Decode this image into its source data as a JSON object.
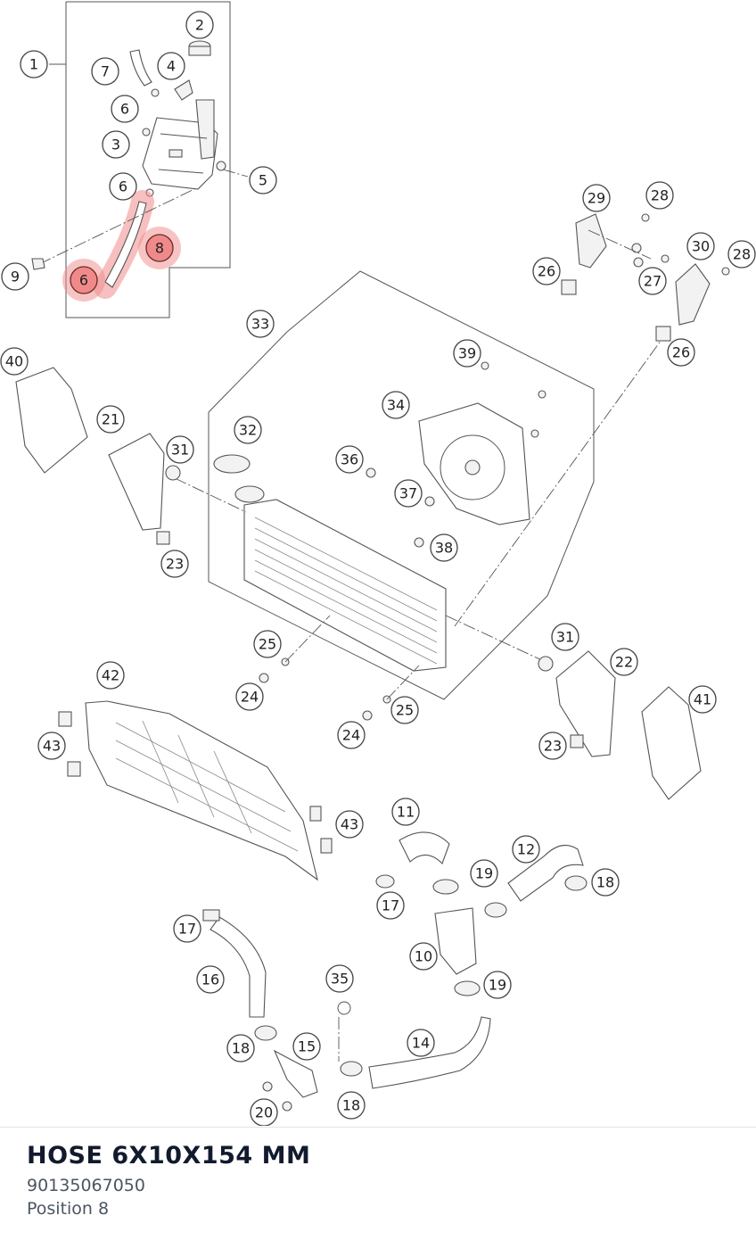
{
  "part": {
    "name": "HOSE 6X10X154 MM",
    "number": "90135067050",
    "position": "Position 8"
  },
  "highlight_color": "#f08a8a",
  "callouts": [
    {
      "label": "1"
    },
    {
      "label": "2"
    },
    {
      "label": "7"
    },
    {
      "label": "4"
    },
    {
      "label": "6"
    },
    {
      "label": "3"
    },
    {
      "label": "5"
    },
    {
      "label": "6"
    },
    {
      "label": "8",
      "highlighted": true
    },
    {
      "label": "9"
    },
    {
      "label": "6",
      "highlighted": true
    },
    {
      "label": "29"
    },
    {
      "label": "28"
    },
    {
      "label": "30"
    },
    {
      "label": "28"
    },
    {
      "label": "26"
    },
    {
      "label": "27"
    },
    {
      "label": "26"
    },
    {
      "label": "33"
    },
    {
      "label": "40"
    },
    {
      "label": "39"
    },
    {
      "label": "34"
    },
    {
      "label": "21"
    },
    {
      "label": "32"
    },
    {
      "label": "31"
    },
    {
      "label": "36"
    },
    {
      "label": "37"
    },
    {
      "label": "23"
    },
    {
      "label": "38"
    },
    {
      "label": "25"
    },
    {
      "label": "31"
    },
    {
      "label": "22"
    },
    {
      "label": "24"
    },
    {
      "label": "42"
    },
    {
      "label": "41"
    },
    {
      "label": "25"
    },
    {
      "label": "24"
    },
    {
      "label": "43"
    },
    {
      "label": "23"
    },
    {
      "label": "11"
    },
    {
      "label": "43"
    },
    {
      "label": "12"
    },
    {
      "label": "19"
    },
    {
      "label": "18"
    },
    {
      "label": "17"
    },
    {
      "label": "17"
    },
    {
      "label": "10"
    },
    {
      "label": "16"
    },
    {
      "label": "35"
    },
    {
      "label": "19"
    },
    {
      "label": "14"
    },
    {
      "label": "15"
    },
    {
      "label": "18"
    },
    {
      "label": "18"
    },
    {
      "label": "20"
    }
  ]
}
